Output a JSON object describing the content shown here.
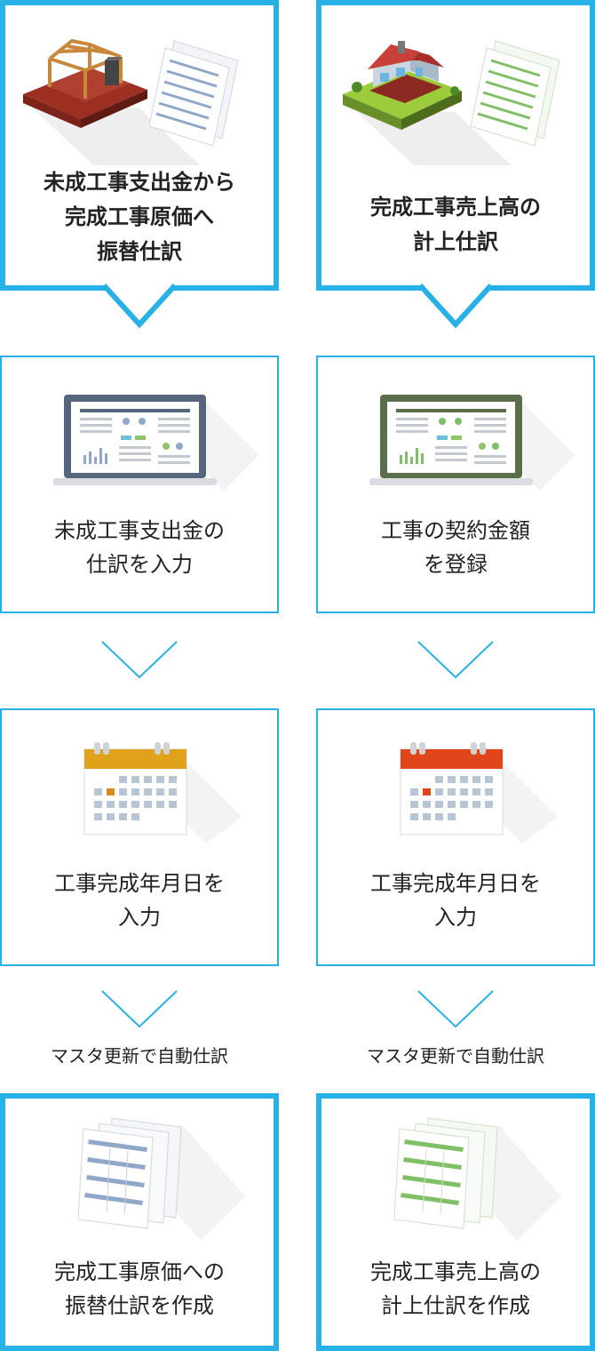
{
  "colors": {
    "border": "#27b1e6",
    "left_accent": "#8fa7c9",
    "right_accent": "#7fbf66"
  },
  "left": {
    "title": "未成工事支出金から\n完成工事原価へ\n振替仕訳",
    "step1": "未成工事支出金の\n仕訳を入力",
    "step2": "工事完成年月日を\n入力",
    "note": "マスタ更新で自動仕訳",
    "result": "完成工事原価への\n振替仕訳を作成",
    "icons": [
      "house-frame-icon",
      "documents-icon",
      "laptop-icon",
      "calendar-icon",
      "journal-documents-icon"
    ]
  },
  "right": {
    "title": "完成工事売上高の\n計上仕訳",
    "step1": "工事の契約金額\nを登録",
    "step2": "工事完成年月日を\n入力",
    "note": "マスタ更新で自動仕訳",
    "result": "完成工事売上高の\n計上仕訳を作成",
    "icons": [
      "house-icon",
      "documents-icon",
      "laptop-icon",
      "calendar-icon",
      "journal-documents-icon"
    ]
  }
}
